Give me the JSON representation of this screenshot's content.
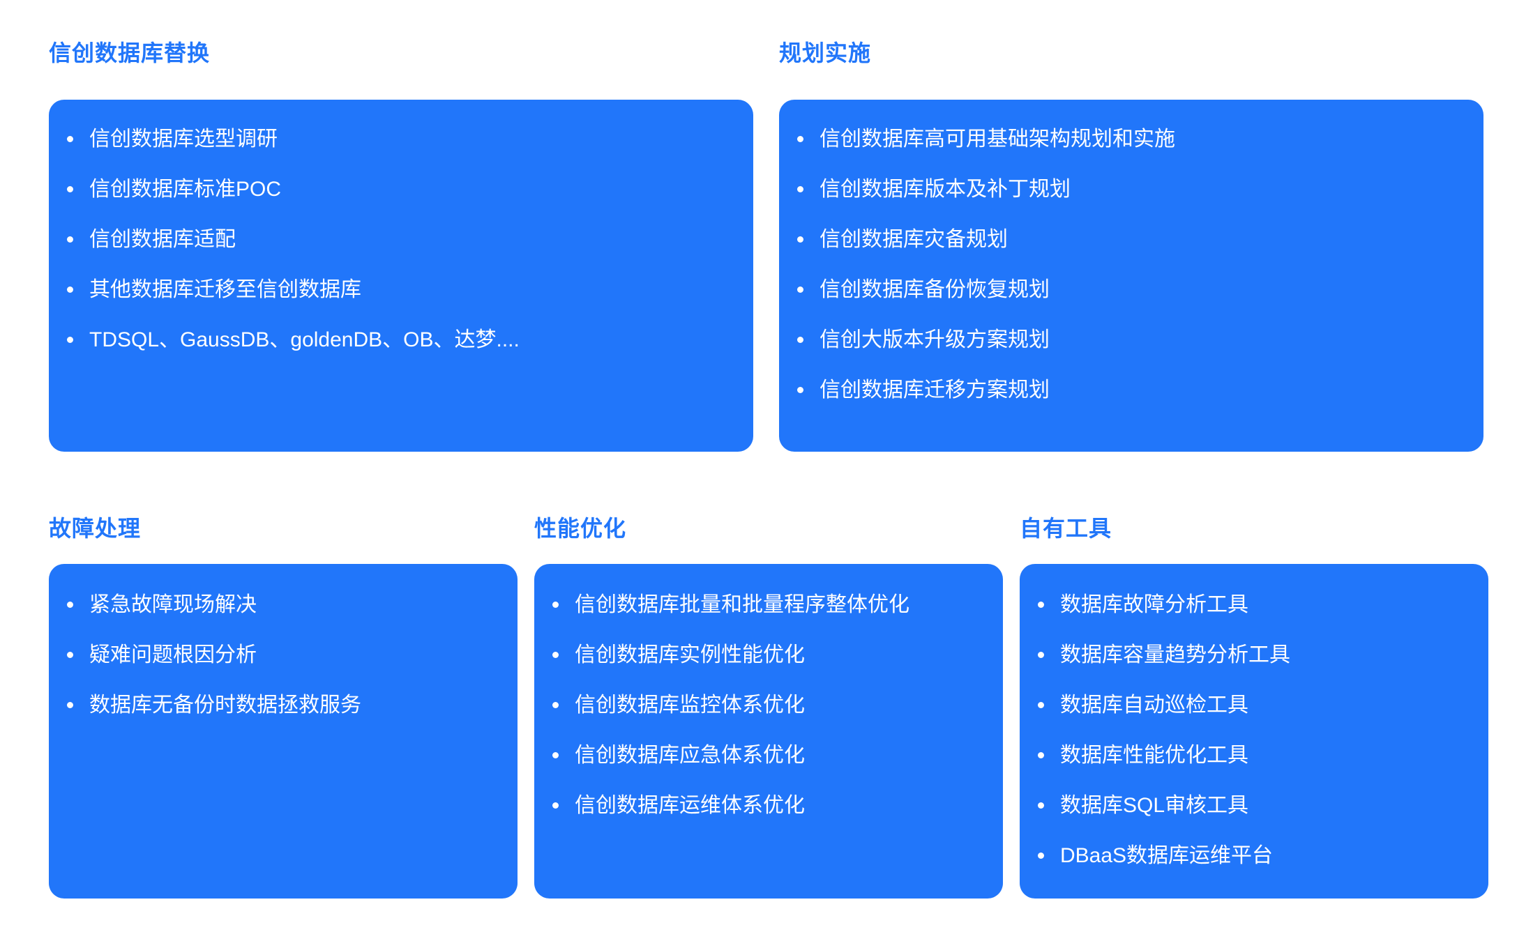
{
  "page": {
    "background_color": "#FFFFFF",
    "accent_color": "#2176FA",
    "card_background_color": "#2176FA",
    "card_text_color": "#FFFFFF"
  },
  "sections": [
    {
      "title": "信创数据库替换",
      "items": [
        "信创数据库选型调研",
        "信创数据库标准POC",
        "信创数据库适配",
        "其他数据库迁移至信创数据库",
        "TDSQL、GaussDB、goldenDB、OB、达梦...."
      ]
    },
    {
      "title": "规划实施",
      "items": [
        "信创数据库高可用基础架构规划和实施",
        "信创数据库版本及补丁规划",
        "信创数据库灾备规划",
        "信创数据库备份恢复规划",
        "信创大版本升级方案规划",
        "信创数据库迁移方案规划"
      ]
    },
    {
      "title": "故障处理",
      "items": [
        "紧急故障现场解决",
        "疑难问题根因分析",
        "数据库无备份时数据拯救服务"
      ]
    },
    {
      "title": "性能优化",
      "items": [
        "信创数据库批量和批量程序整体优化",
        "信创数据库实例性能优化",
        "信创数据库监控体系优化",
        "信创数据库应急体系优化",
        "信创数据库运维体系优化"
      ]
    },
    {
      "title": "自有工具",
      "items": [
        "数据库故障分析工具",
        "数据库容量趋势分析工具",
        "数据库自动巡检工具",
        "数据库性能优化工具",
        "数据库SQL审核工具",
        "DBaaS数据库运维平台"
      ]
    }
  ]
}
